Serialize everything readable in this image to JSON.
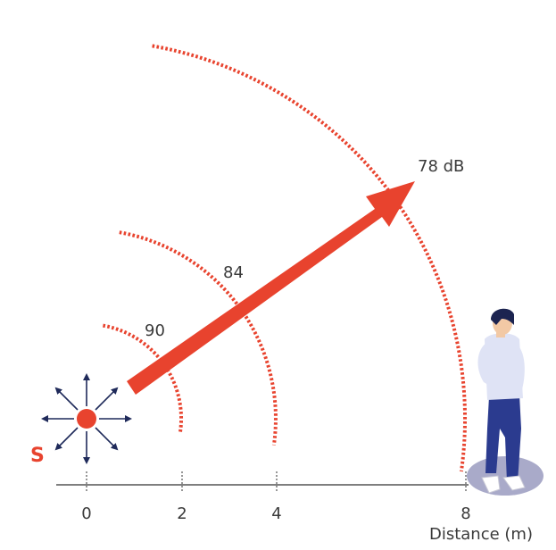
{
  "source": {
    "label": "S",
    "color": "#e8432e"
  },
  "colors": {
    "accent": "#e8432e",
    "axis": "#555555",
    "outward_arrows": "#1f2a5a",
    "shirt": "#dfe3f5",
    "trousers": "#2b3b8f",
    "skin": "#f2c9a5",
    "hair": "#1c2450",
    "shadow": "#a9aac9"
  },
  "wavefronts": [
    {
      "distance": 2,
      "level_label": "90"
    },
    {
      "distance": 4,
      "level_label": "84"
    },
    {
      "distance": 8,
      "level_label": "78 dB"
    }
  ],
  "axis": {
    "ticks": [
      {
        "value": 0,
        "label": "0"
      },
      {
        "value": 2,
        "label": "2"
      },
      {
        "value": 4,
        "label": "4"
      },
      {
        "value": 8,
        "label": "8"
      }
    ],
    "title": "Distance (m)"
  },
  "listener": {
    "icon": "person-icon"
  },
  "arrow": {
    "icon": "propagation-arrow-icon"
  }
}
